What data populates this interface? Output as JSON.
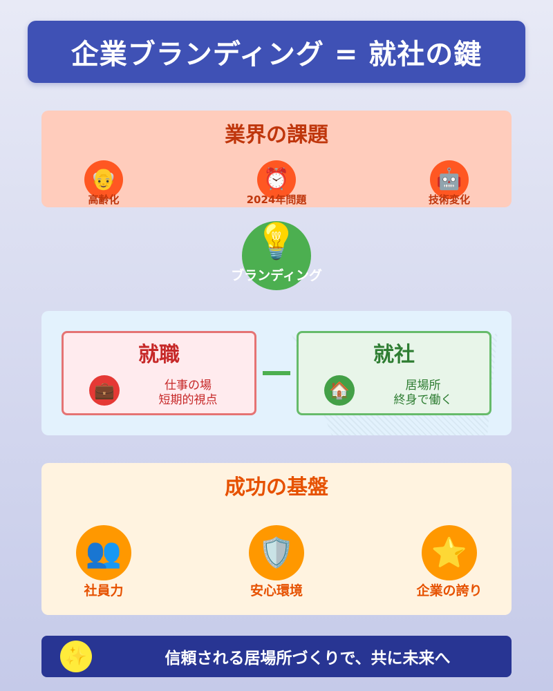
{
  "header": {
    "title": "企業ブランディング = 就社の鍵"
  },
  "challenges": {
    "title": "業界の課題",
    "items": [
      {
        "icon": "elderly-person-icon",
        "glyph": "👴",
        "label": "高齢化"
      },
      {
        "icon": "alarm-clock-icon",
        "glyph": "⏰",
        "label": "2024年問題"
      },
      {
        "icon": "robot-icon",
        "glyph": "🤖",
        "label": "技術変化"
      }
    ]
  },
  "branding": {
    "icon": "light-bulb-icon",
    "glyph": "💡",
    "label": "ブランディング"
  },
  "comparison": {
    "left": {
      "title": "就職",
      "icon": "briefcase-icon",
      "glyph": "💼",
      "line1": "仕事の場",
      "line2": "短期的視点"
    },
    "right": {
      "title": "就社",
      "icon": "house-icon",
      "glyph": "🏠",
      "line1": "居場所",
      "line2": "終身で働く"
    }
  },
  "success": {
    "title": "成功の基盤",
    "items": [
      {
        "icon": "people-icon",
        "glyph": "👥",
        "label": "社員力"
      },
      {
        "icon": "shield-icon",
        "glyph": "🛡️",
        "label": "安心環境"
      },
      {
        "icon": "star-icon",
        "glyph": "⭐",
        "label": "企業の誇り"
      }
    ]
  },
  "footer": {
    "icon": "sparkles-icon",
    "glyph": "✨",
    "text": "信頼される居場所づくりで、共に未来へ"
  },
  "colors": {
    "header": "#3f51b5",
    "challenge_bg": "#ffccbc",
    "challenge_icon": "#ff5722",
    "branding": "#4caf50",
    "success_bg": "#fff3e0",
    "success_icon": "#ff9800",
    "footer": "#283593"
  }
}
